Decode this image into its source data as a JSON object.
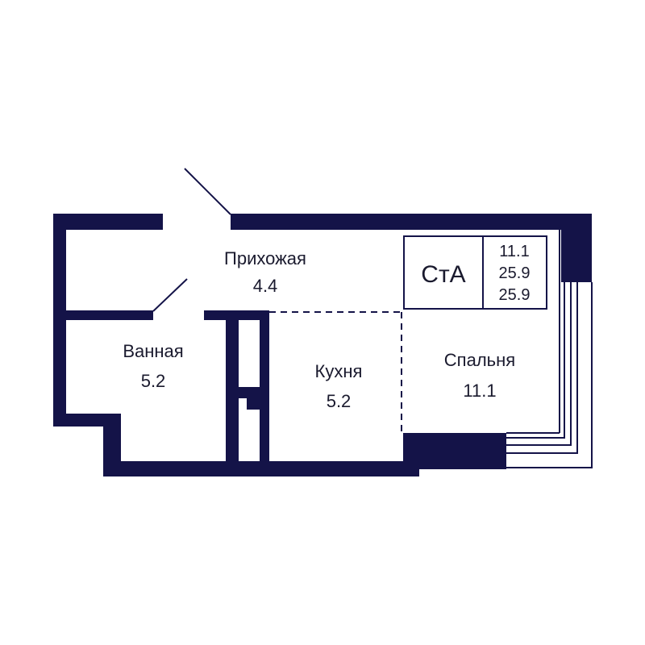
{
  "colors": {
    "wall": "#141348",
    "line": "#141348",
    "text": "#1a1a2e",
    "background": "#ffffff"
  },
  "badge": {
    "code": "СтА",
    "values": [
      "11.1",
      "25.9",
      "25.9"
    ]
  },
  "rooms": [
    {
      "key": "hallway",
      "name": "Прихожая",
      "area": "4.4"
    },
    {
      "key": "bathroom",
      "name": "Ванная",
      "area": "5.2"
    },
    {
      "key": "kitchen",
      "name": "Кухня",
      "area": "5.2"
    },
    {
      "key": "bedroom",
      "name": "Спальня",
      "area": "11.1"
    }
  ]
}
